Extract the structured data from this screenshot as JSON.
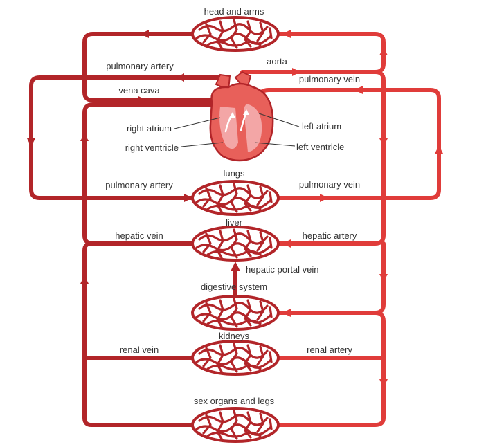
{
  "colors": {
    "venous": "#b22529",
    "arterial": "#e03c3a",
    "capillary_fill": "#ffffff",
    "heart_body": "#e8605a",
    "heart_chamber": "#f3a6a6",
    "label_text": "#333333"
  },
  "organs": {
    "head_and_arms": "head and arms",
    "lungs": "lungs",
    "liver": "liver",
    "digestive_system": "digestive system",
    "kidneys": "kidneys",
    "sex_organs_and_legs": "sex organs and legs"
  },
  "vessels": {
    "pulmonary_artery_top": "pulmonary artery",
    "aorta": "aorta",
    "pulmonary_vein_top": "pulmonary vein",
    "vena_cava": "vena cava",
    "pulmonary_artery_lungs": "pulmonary artery",
    "pulmonary_vein_lungs": "pulmonary vein",
    "hepatic_vein": "hepatic vein",
    "hepatic_artery": "hepatic artery",
    "hepatic_portal_vein": "hepatic portal vein",
    "renal_vein": "renal vein",
    "renal_artery": "renal artery"
  },
  "heart": {
    "right_atrium": "right atrium",
    "right_ventricle": "right ventricle",
    "left_atrium": "left atrium",
    "left_ventricle": "left ventricle"
  }
}
